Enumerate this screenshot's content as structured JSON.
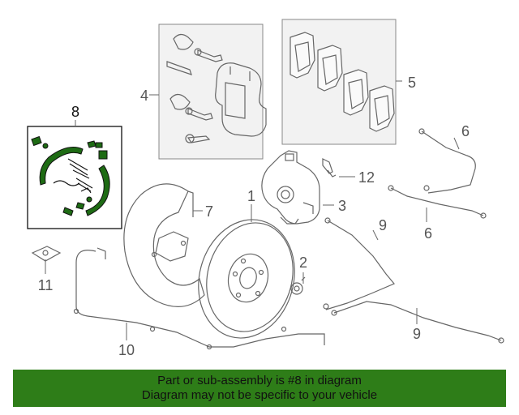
{
  "callouts": {
    "c1": "1",
    "c2": "2",
    "c3": "3",
    "c4": "4",
    "c5": "5",
    "c6a": "6",
    "c6b": "6",
    "c7": "7",
    "c8": "8",
    "c9a": "9",
    "c9b": "9",
    "c10": "10",
    "c11": "11",
    "c12": "12"
  },
  "banner": {
    "line1": "Part or sub-assembly is #8 in diagram",
    "line2": "Diagram may not be specific to your vehicle"
  },
  "colors": {
    "highlight": "#2e7d18",
    "parts_fill": "#1e6b14"
  }
}
